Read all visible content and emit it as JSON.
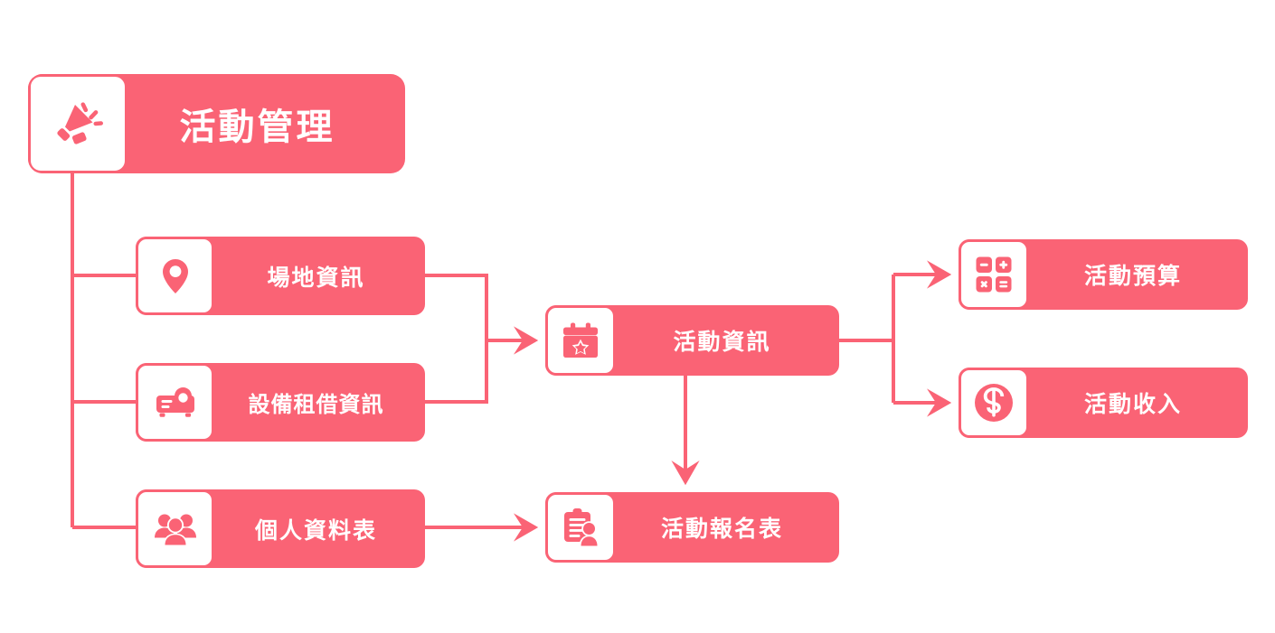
{
  "theme": {
    "accent": "#FA6375",
    "node_fill": "#FA6375",
    "icon_box_fill": "#FFFFFF",
    "label_color": "#FFFFFF",
    "connector_color": "#FA6375",
    "background": "#FFFFFF"
  },
  "diagram": {
    "type": "flowchart",
    "title": "",
    "orientation": "left-to-right tree"
  },
  "nodes": {
    "root": {
      "label": "活動管理",
      "icon": "megaphone-icon",
      "level": 0
    },
    "venue": {
      "label": "場地資訊",
      "icon": "location-pin-icon",
      "level": 1
    },
    "equipment": {
      "label": "設備租借資訊",
      "icon": "projector-icon",
      "level": 1
    },
    "profile": {
      "label": "個人資料表",
      "icon": "users-group-icon",
      "level": 1
    },
    "activity_info": {
      "label": "活動資訊",
      "icon": "calendar-star-icon",
      "level": 2
    },
    "signup_form": {
      "label": "活動報名表",
      "icon": "clipboard-person-icon",
      "level": 3
    },
    "budget": {
      "label": "活動預算",
      "icon": "calculator-icon",
      "level": 3
    },
    "income": {
      "label": "活動收入",
      "icon": "dollar-circle-icon",
      "level": 3
    }
  },
  "edges": [
    {
      "from": "root",
      "to": "venue",
      "arrow": false,
      "style": "elbow"
    },
    {
      "from": "root",
      "to": "equipment",
      "arrow": false,
      "style": "elbow"
    },
    {
      "from": "root",
      "to": "profile",
      "arrow": false,
      "style": "elbow"
    },
    {
      "from": "venue",
      "to": "activity_info",
      "arrow": true,
      "style": "merge-elbow"
    },
    {
      "from": "equipment",
      "to": "activity_info",
      "arrow": true,
      "style": "merge-elbow"
    },
    {
      "from": "activity_info",
      "to": "signup_form",
      "arrow": true,
      "style": "straight-down"
    },
    {
      "from": "profile",
      "to": "signup_form",
      "arrow": true,
      "style": "straight-right"
    },
    {
      "from": "activity_info",
      "to": "budget",
      "arrow": true,
      "style": "split-elbow"
    },
    {
      "from": "activity_info",
      "to": "income",
      "arrow": true,
      "style": "split-elbow"
    }
  ]
}
